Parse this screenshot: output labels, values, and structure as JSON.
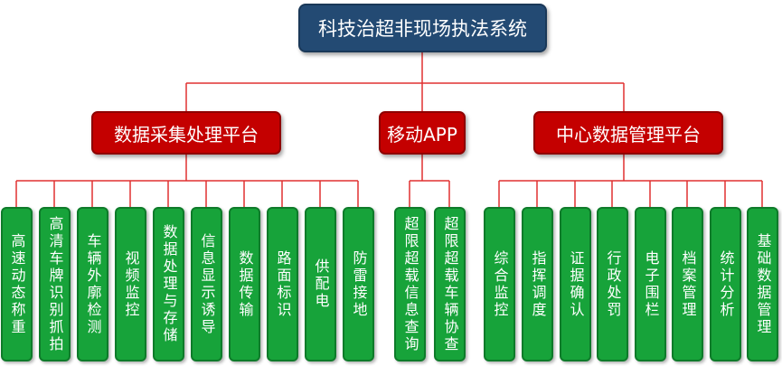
{
  "root": "科技治超非现场执法系统",
  "branches": [
    {
      "label": "数据采集处理平台",
      "children": [
        "高速动态称重",
        "高清车牌识别抓拍",
        "车辆外廓检测",
        "视频监控",
        "数据处理与存储",
        "信息显示诱导",
        "数据传输",
        "路面标识",
        "供配电",
        "防雷接地"
      ]
    },
    {
      "label": "移动APP",
      "children": [
        "超限超载信息查询",
        "超限超载车辆协查"
      ]
    },
    {
      "label": "中心数据管理平台",
      "children": [
        "综合监控",
        "指挥调度",
        "证据确认",
        "行政处罚",
        "电子围栏",
        "档案管理",
        "统计分析",
        "基础数据管理"
      ]
    }
  ],
  "colors": {
    "root": "#234a73",
    "branch": "#c40000",
    "leaf": "#17a33a",
    "connector": "#e03030"
  }
}
